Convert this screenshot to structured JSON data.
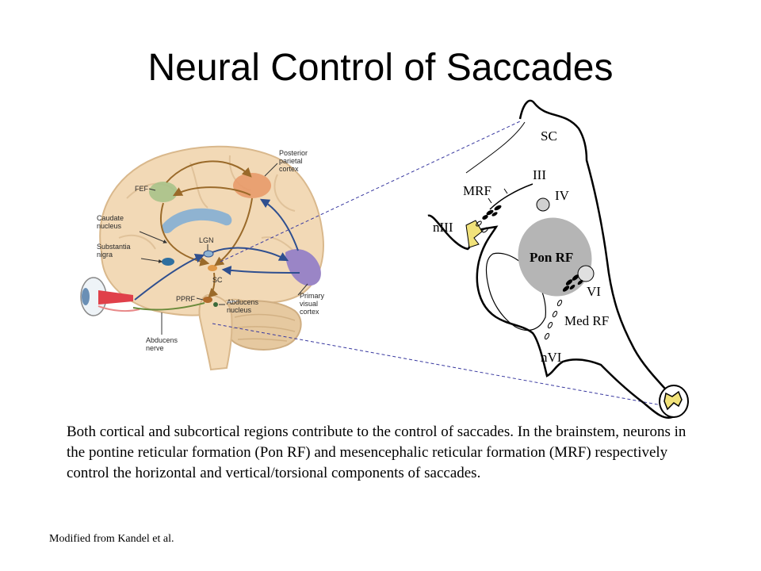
{
  "slide": {
    "title": "Neural Control of Saccades",
    "caption": "Both cortical and subcortical regions contribute to the control of saccades.  In the brainstem, neurons in the pontine reticular formation (Pon RF) and mesencephalic reticular formation (MRF) respectively control the horizontal and vertical/torsional components of saccades.",
    "credit": "Modified from Kandel et al."
  },
  "brain_labels": {
    "posterior_parietal": [
      "Posterior",
      "parietal",
      "cortex"
    ],
    "fef": "FEF",
    "caudate": [
      "Caudate",
      "nucleus"
    ],
    "substantia": [
      "Substantia",
      "nigra"
    ],
    "lgn": "LGN",
    "sc": "SC",
    "pprf": "PPRF",
    "abducens_nucleus": [
      "Abducens",
      "nucleus"
    ],
    "primary_visual": [
      "Primary",
      "visual",
      "cortex"
    ],
    "abducens_nerve": [
      "Abducens",
      "nerve"
    ]
  },
  "brainstem_labels": {
    "sc": "SC",
    "iii": "III",
    "mrf": "MRF",
    "iv": "IV",
    "niii": "nIII",
    "pon_rf": "Pon RF",
    "vi": "VI",
    "med_rf": "Med RF",
    "nvi": "nVI"
  },
  "colors": {
    "brain_fill": "#f2d9b6",
    "brain_stroke": "#d9b88c",
    "cerebellum": "#e6c9a0",
    "fef": "#a9c28a",
    "parietal": "#e89a6a",
    "caudate": "#8fb3d1",
    "visual_cortex": "#9a85c6",
    "pon_rf": "#b5b5b5",
    "niii": "#f1e27a",
    "path_brown": "#9a6a2a",
    "path_blue": "#2f4f8f",
    "dashed": "#3a3aa0"
  }
}
